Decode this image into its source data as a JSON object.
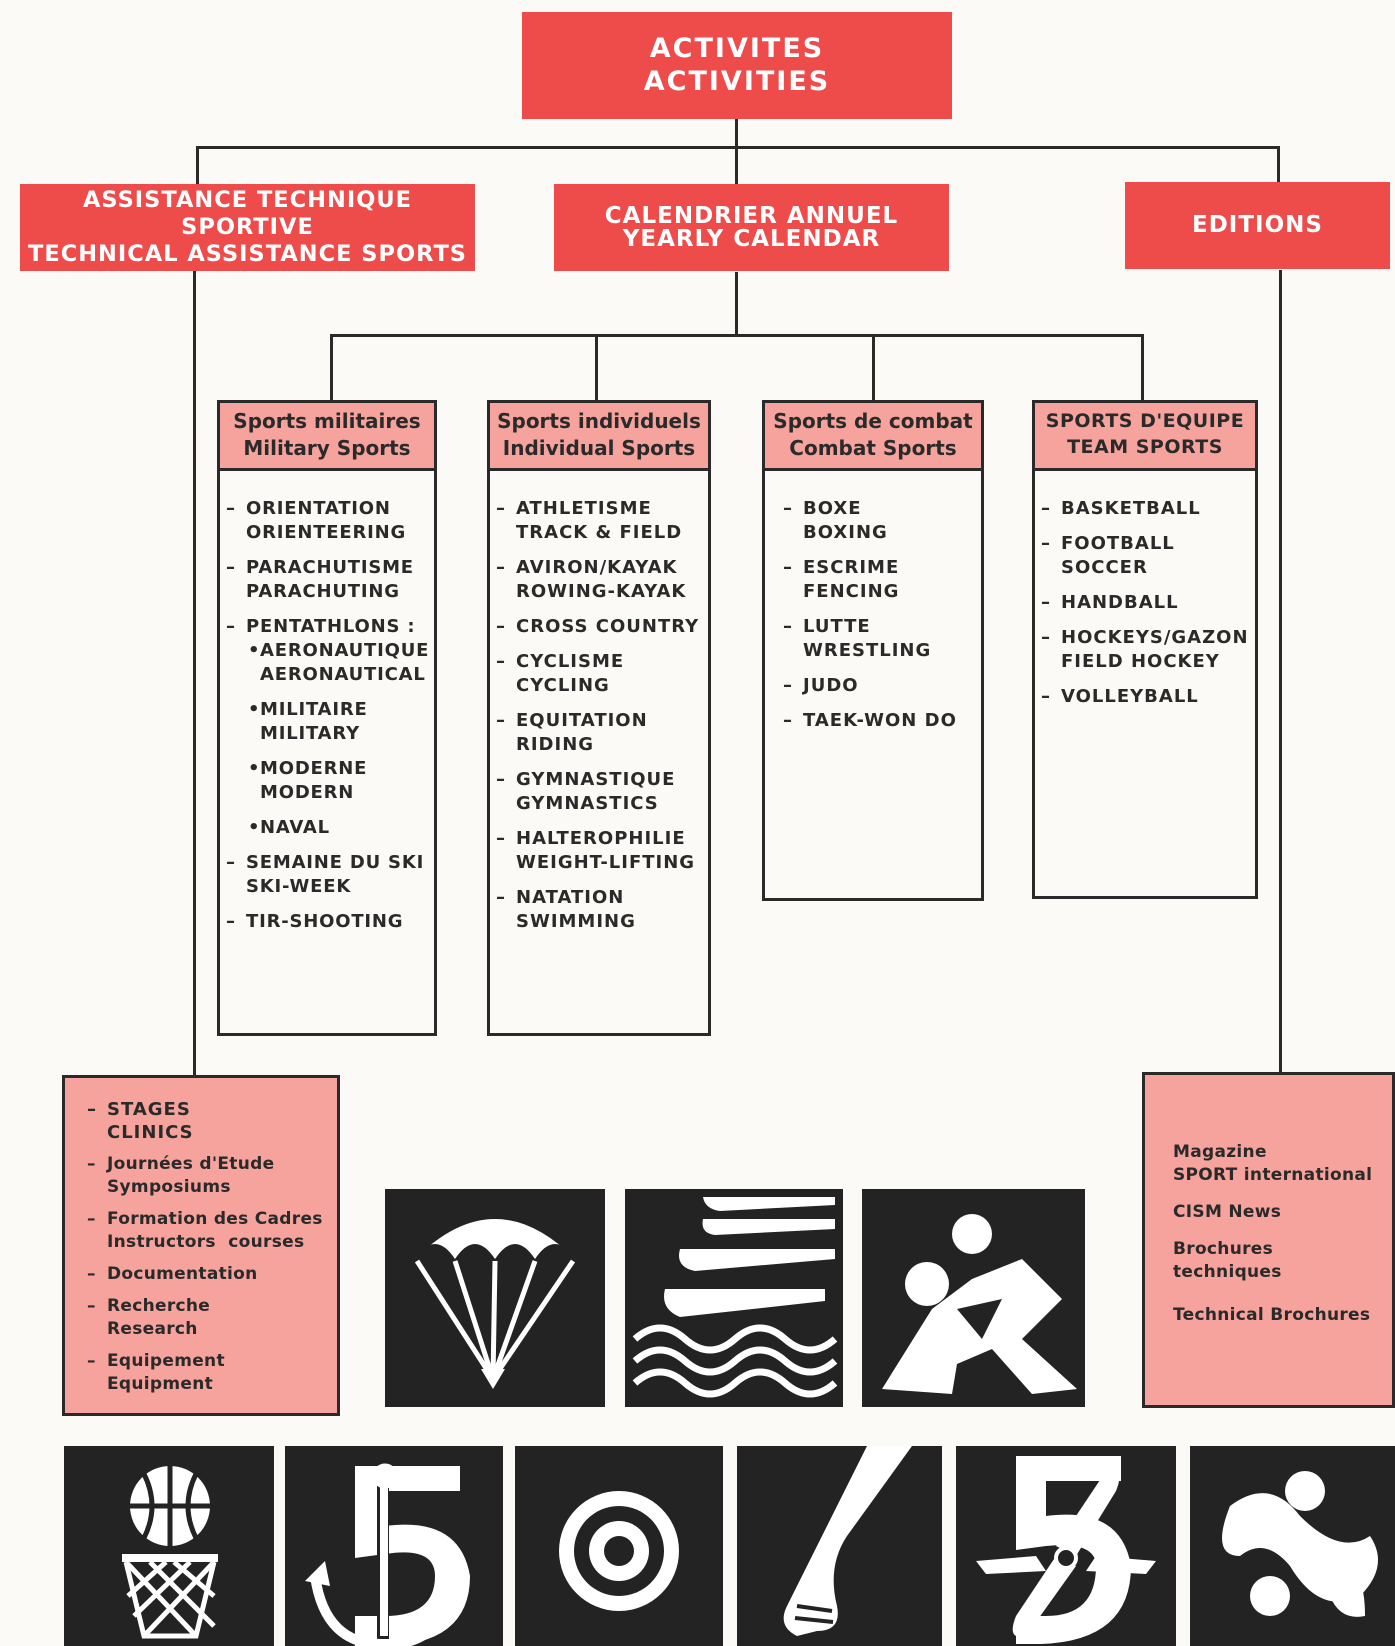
{
  "top": {
    "line1": "ACTIVITES",
    "line2": "ACTIVITIES"
  },
  "level2": {
    "assistance": {
      "line1": "ASSISTANCE TECHNIQUE SPORTIVE",
      "line2": "TECHNICAL ASSISTANCE SPORTS"
    },
    "calendar": {
      "line1": "CALENDRIER ANNUEL",
      "line2": "YEARLY CALENDAR"
    },
    "editions": {
      "line1": "EDITIONS"
    }
  },
  "columns": [
    {
      "head1": "Sports militaires",
      "head2": "Military Sports",
      "items": [
        {
          "lines": [
            "ORIENTATION",
            "ORIENTEERING"
          ]
        },
        {
          "lines": [
            "PARACHUTISME",
            "PARACHUTING"
          ]
        },
        {
          "lines": [
            "PENTATHLONS :"
          ]
        },
        {
          "lines": [
            "AERONAUTIQUE",
            "AERONAUTICAL"
          ]
        },
        {
          "lines": [
            "MILITAIRE",
            "MILITARY"
          ]
        },
        {
          "lines": [
            "MODERNE",
            "MODERN"
          ]
        },
        {
          "lines": [
            "NAVAL"
          ]
        },
        {
          "lines": [
            "SEMAINE DU SKI",
            "SKI-WEEK"
          ]
        },
        {
          "lines": [
            "TIR-SHOOTING"
          ]
        }
      ]
    },
    {
      "head1": "Sports individuels",
      "head2": "Individual Sports",
      "items": [
        {
          "lines": [
            "ATHLETISME",
            "TRACK & FIELD"
          ]
        },
        {
          "lines": [
            "AVIRON/KAYAK",
            "ROWING-KAYAK"
          ]
        },
        {
          "lines": [
            "CROSS COUNTRY"
          ]
        },
        {
          "lines": [
            "CYCLISME",
            "CYCLING"
          ]
        },
        {
          "lines": [
            "EQUITATION",
            "RIDING"
          ]
        },
        {
          "lines": [
            "GYMNASTIQUE",
            "GYMNASTICS"
          ]
        },
        {
          "lines": [
            "HALTEROPHILIE",
            "WEIGHT-LIFTING"
          ]
        },
        {
          "lines": [
            "NATATION",
            "SWIMMING"
          ]
        }
      ]
    },
    {
      "head1": "Sports de combat",
      "head2": "Combat Sports",
      "items": [
        {
          "lines": [
            "BOXE",
            "BOXING"
          ]
        },
        {
          "lines": [
            "ESCRIME",
            "FENCING"
          ]
        },
        {
          "lines": [
            "LUTTE",
            "WRESTLING"
          ]
        },
        {
          "lines": [
            "JUDO"
          ]
        },
        {
          "lines": [
            "TAEK-WON DO"
          ]
        }
      ]
    },
    {
      "head1": "SPORTS D'EQUIPE",
      "head2": "TEAM SPORTS",
      "items": [
        {
          "lines": [
            "BASKETBALL"
          ]
        },
        {
          "lines": [
            "FOOTBALL",
            "SOCCER"
          ]
        },
        {
          "lines": [
            "HANDBALL"
          ]
        },
        {
          "lines": [
            "HOCKEYS/GAZON",
            "FIELD HOCKEY"
          ]
        },
        {
          "lines": [
            "VOLLEYBALL"
          ]
        }
      ]
    }
  ],
  "assistance_box": [
    {
      "lines": [
        "STAGES",
        "CLINICS"
      ]
    },
    {
      "lines": [
        "Journées d'Etude",
        "Symposiums"
      ]
    },
    {
      "lines": [
        "Formation des Cadres",
        "Instructors  courses"
      ]
    },
    {
      "lines": [
        "Documentation"
      ]
    },
    {
      "lines": [
        "Recherche",
        "Research"
      ]
    },
    {
      "lines": [
        "Equipement",
        "Equipment"
      ]
    }
  ],
  "editions_box": [
    {
      "lines": [
        "Magazine",
        "SPORT international"
      ]
    },
    {
      "lines": [
        "CISM News"
      ]
    },
    {
      "lines": [
        "Brochures",
        "techniques"
      ]
    },
    {
      "lines": [
        "Technical Brochures"
      ]
    }
  ],
  "icons": [
    "parachute-icon",
    "rowing-icon",
    "judo-icon",
    "basketball-icon",
    "naval-pentathlon-icon",
    "target-icon",
    "running-leg-icon",
    "aeronautical-pentathlon-icon",
    "wrestling-icon"
  ],
  "colors": {
    "red": "#ee4b4b",
    "pink": "#f5a39c",
    "ink": "#2a2a2a"
  }
}
